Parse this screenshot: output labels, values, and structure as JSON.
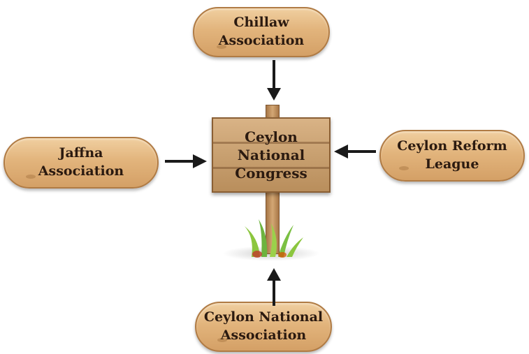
{
  "center": {
    "line1": "Ceylon",
    "line2": "National",
    "line3": "Congress"
  },
  "nodes": {
    "top": {
      "line1": "Chillaw",
      "line2": "Association"
    },
    "left": {
      "line1": "Jaffna",
      "line2": "Association"
    },
    "right": {
      "line1": "Ceylon Reform",
      "line2": "League"
    },
    "bottom": {
      "line1": "Ceylon National",
      "line2": "Association"
    }
  },
  "colors": {
    "wood_light": "#f0cfa0",
    "wood_dark": "#d4a066",
    "text": "#2b1a10",
    "arrow": "#1a1a1a",
    "grass": "#7bc043"
  }
}
